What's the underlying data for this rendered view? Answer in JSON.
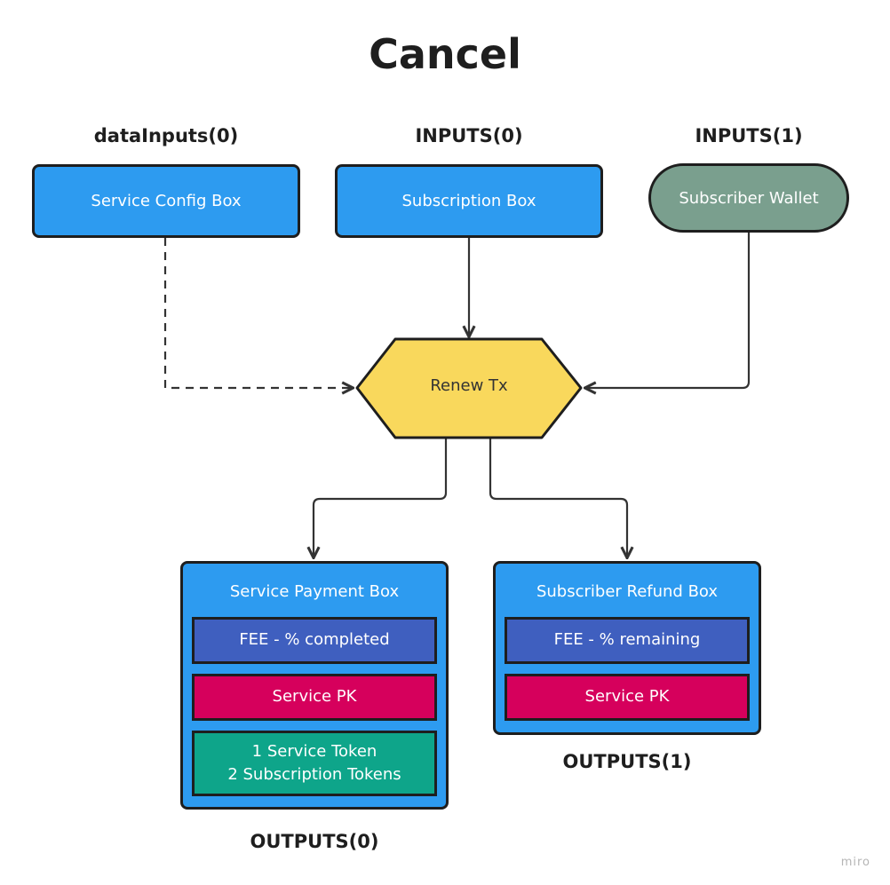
{
  "title": "Cancel",
  "labels": {
    "data_inputs_0": "dataInputs(0)",
    "inputs_0": "INPUTS(0)",
    "inputs_1": "INPUTS(1)",
    "outputs_0": "OUTPUTS(0)",
    "outputs_1": "OUTPUTS(1)"
  },
  "nodes": {
    "service_config_box": "Service Config Box",
    "subscription_box": "Subscription Box",
    "subscriber_wallet": "Subscriber Wallet",
    "renew_tx": "Renew Tx"
  },
  "outputs": {
    "service_payment_box": {
      "title": "Service Payment Box",
      "fee": "FEE - % completed",
      "pk": "Service PK",
      "tokens_line1": "1 Service Token",
      "tokens_line2": "2 Subscription Tokens"
    },
    "subscriber_refund_box": {
      "title": "Subscriber Refund Box",
      "fee": "FEE - % remaining",
      "pk": "Service PK"
    }
  },
  "watermark": "miro",
  "colors": {
    "input_box": "#2d9bf0",
    "wallet": "#7a9f8e",
    "tx": "#f9d85c",
    "fee": "#3f5fbf",
    "pk": "#d6005c",
    "tokens": "#0ea58a",
    "stroke": "#1e1e1e"
  }
}
